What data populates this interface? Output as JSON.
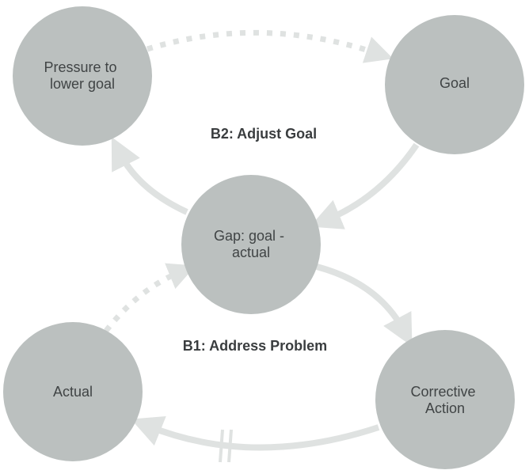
{
  "nodes": {
    "pressure": {
      "lines": [
        "Pressure to",
        "lower goal"
      ]
    },
    "goal": {
      "lines": [
        "Goal"
      ]
    },
    "gap": {
      "lines": [
        "Gap: goal -",
        "actual"
      ]
    },
    "actual": {
      "lines": [
        "Actual"
      ]
    },
    "corrective": {
      "lines": [
        "Corrective",
        "Action"
      ]
    }
  },
  "loops": {
    "b2": "B2: Adjust Goal",
    "b1": "B1: Address Problem"
  },
  "colors": {
    "node_fill": "#bbc0bf",
    "arrow": "#dfe2e1",
    "text": "#404445",
    "loop_text": "#3a3d3f"
  }
}
